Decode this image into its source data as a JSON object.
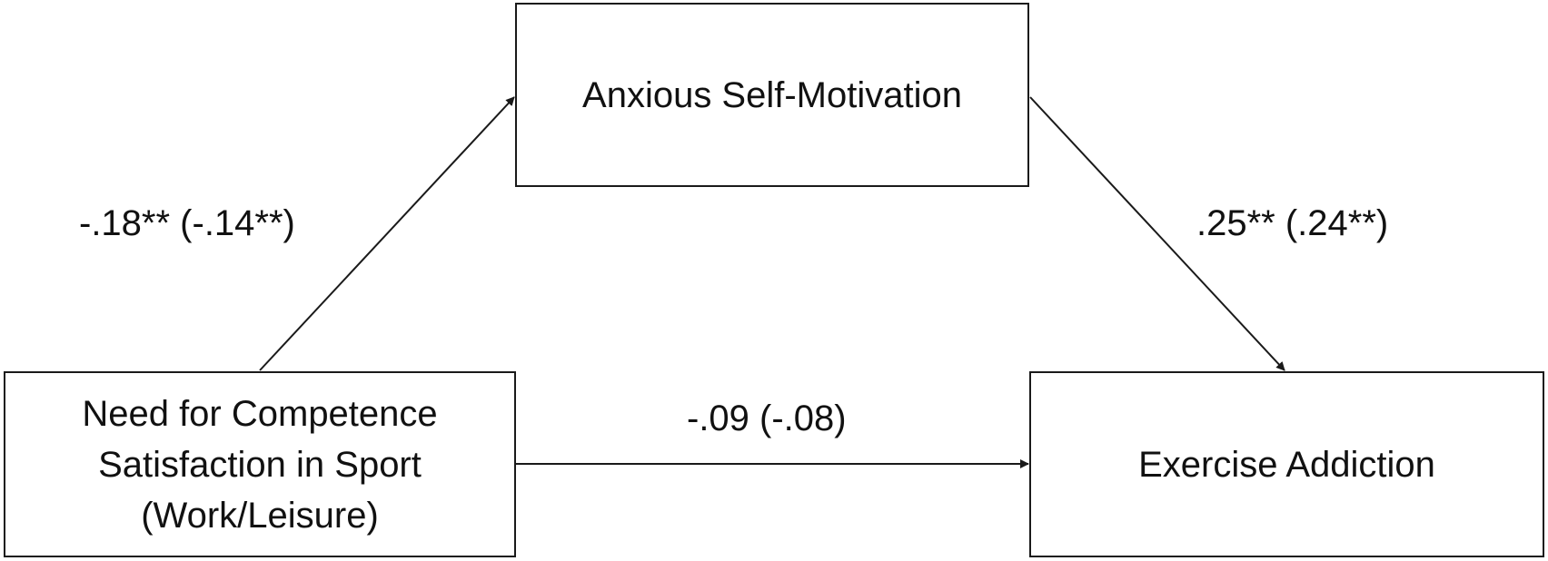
{
  "nodes": {
    "mediator": {
      "label": "Anxious Self-Motivation"
    },
    "predictor": {
      "lines": [
        "Need for Competence",
        "Satisfaction in Sport",
        "(Work/Leisure)"
      ]
    },
    "outcome": {
      "label": "Exercise Addiction"
    }
  },
  "paths": {
    "a": {
      "from": "predictor",
      "to": "mediator",
      "label": "-.18** (-.14**)"
    },
    "b": {
      "from": "mediator",
      "to": "outcome",
      "label": ".25** (.24**)"
    },
    "c": {
      "from": "predictor",
      "to": "outcome",
      "label": "-.09 (-.08)"
    }
  }
}
